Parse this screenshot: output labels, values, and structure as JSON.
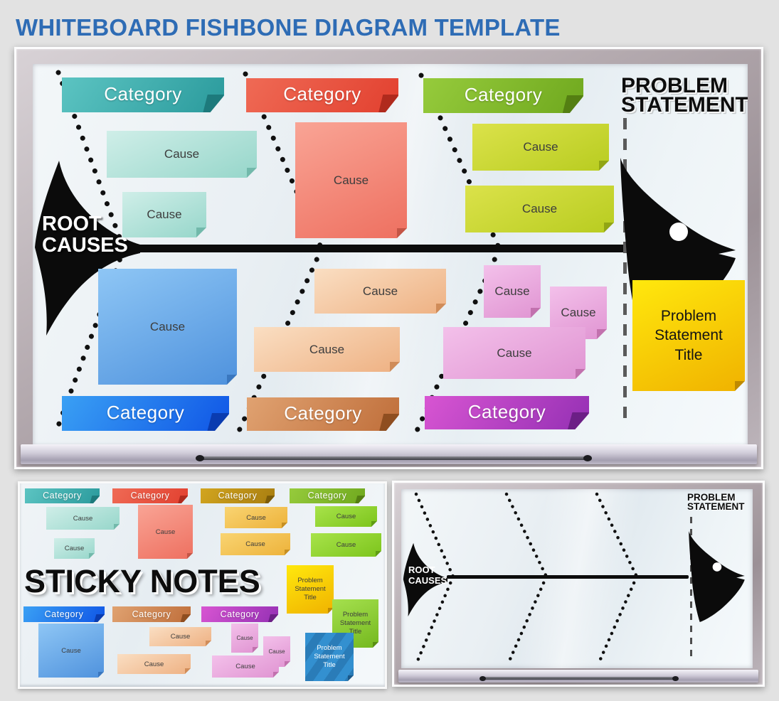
{
  "page": {
    "title": "WHITEBOARD FISHBONE DIAGRAM TEMPLATE"
  },
  "colors": {
    "title_blue": "#2e6cb5",
    "board_surface": "#edf3f6",
    "fish_black": "#0b0b0b",
    "dash_gray": "#5a5a5a",
    "teal": "#35acab",
    "red": "#e6503e",
    "lime_green": "#7fb82a",
    "gold": "#bf921a",
    "blue": "#1f78ef",
    "orange": "#cd7e49",
    "purple": "#bb42c6",
    "teal_note": "#aee2d8",
    "salmon_note": "#f48d7d",
    "lime_note": "#c9d634",
    "gold_note": "#f4c758",
    "green_note": "#90d52d",
    "blue_note": "#74b3ee",
    "peach_note": "#f4cba4",
    "pink_note": "#ebaade",
    "yellow_note": "#ffd900",
    "green_pst_note": "#8ad136",
    "blue_pst_note": "#2e82c4"
  },
  "main_board": {
    "root_causes": {
      "line1": "ROOT",
      "line2": "CAUSES"
    },
    "problem_statement": {
      "line1": "PROBLEM",
      "line2": "STATEMENT"
    },
    "problem_note_label": "Problem Statement Title",
    "top_groups": [
      {
        "color_name": "teal",
        "category": "Category",
        "causes": [
          "Cause",
          "Cause"
        ]
      },
      {
        "color_name": "red",
        "category": "Category",
        "causes": [
          "Cause"
        ]
      },
      {
        "color_name": "lime-green",
        "category": "Category",
        "causes": [
          "Cause",
          "Cause"
        ]
      }
    ],
    "bottom_groups": [
      {
        "color_name": "blue",
        "category": "Category",
        "causes": [
          "Cause"
        ]
      },
      {
        "color_name": "orange",
        "category": "Category",
        "causes": [
          "Cause",
          "Cause"
        ]
      },
      {
        "color_name": "magenta",
        "category": "Category",
        "causes": [
          "Cause",
          "Cause",
          "Cause"
        ]
      }
    ]
  },
  "sticky_panel": {
    "title": "STICKY NOTES",
    "top_groups": [
      {
        "color_name": "teal",
        "category": "Category",
        "causes": [
          "Cause",
          "Cause"
        ]
      },
      {
        "color_name": "red",
        "category": "Category",
        "causes": [
          "Cause"
        ]
      },
      {
        "color_name": "gold",
        "category": "Category",
        "causes": [
          "Cause",
          "Cause"
        ]
      },
      {
        "color_name": "green",
        "category": "Category",
        "causes": [
          "Cause",
          "Cause"
        ]
      }
    ],
    "bottom_groups": [
      {
        "color_name": "blue",
        "category": "Category",
        "causes": [
          "Cause"
        ]
      },
      {
        "color_name": "orange",
        "category": "Category",
        "causes": [
          "Cause",
          "Cause"
        ]
      },
      {
        "color_name": "pink",
        "category": "Category",
        "causes": [
          "Cause",
          "Cause",
          "Cause"
        ]
      }
    ],
    "problem_notes": [
      {
        "color_name": "yellow",
        "label": "Problem Statement Title"
      },
      {
        "color_name": "green",
        "label": "Problem Statement Title"
      },
      {
        "color_name": "blue",
        "label": "Problem Statement Title"
      }
    ]
  },
  "mini_board": {
    "root_causes": {
      "line1": "ROOT",
      "line2": "CAUSES"
    },
    "problem_statement": {
      "line1": "PROBLEM",
      "line2": "STATEMENT"
    }
  }
}
